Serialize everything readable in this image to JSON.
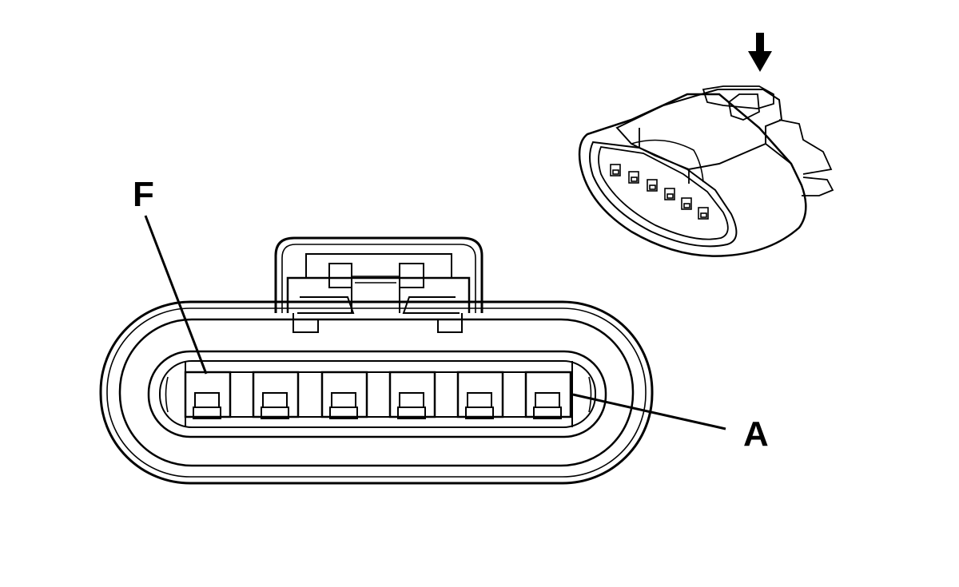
{
  "diagram": {
    "pin_labels": {
      "first": "F",
      "last": "A"
    },
    "pin_count": 6,
    "icons": [
      "push-arrow-icon"
    ],
    "colors": {
      "line": "#000000",
      "background": "#ffffff",
      "housing_fill": "#ffffff"
    }
  }
}
